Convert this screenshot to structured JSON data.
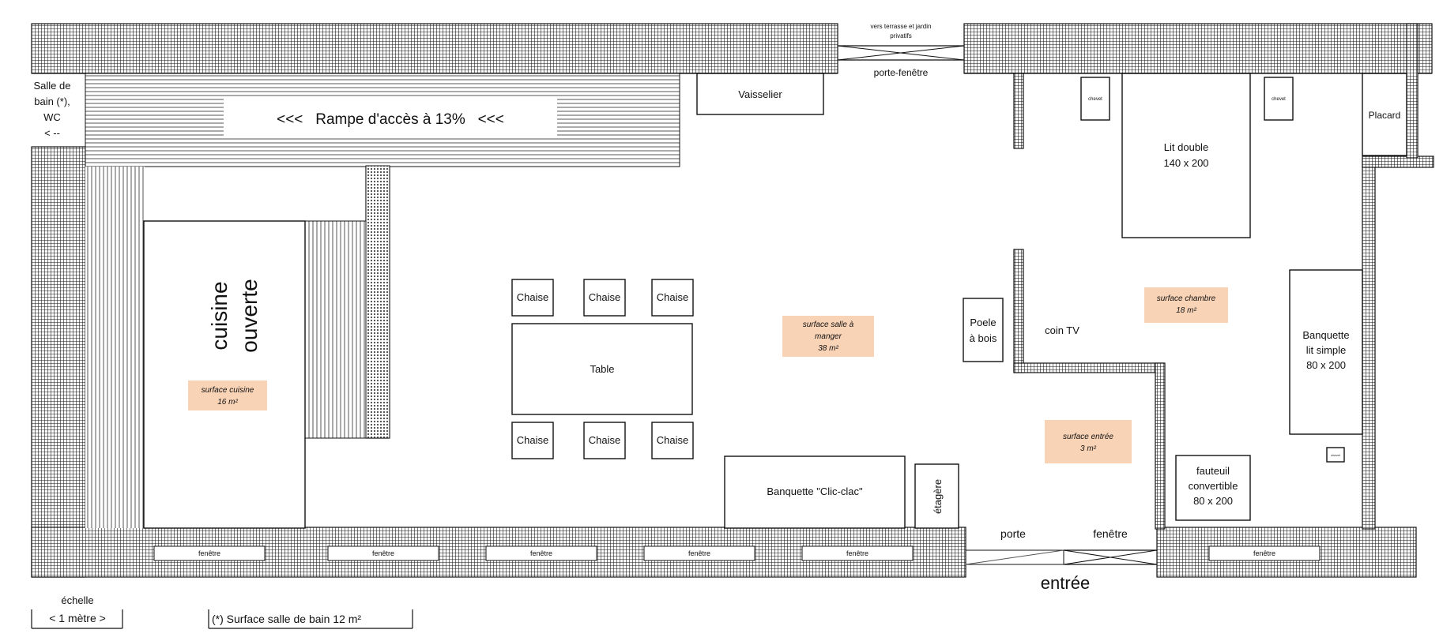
{
  "labels": {
    "salle_de_bain": [
      "Salle de",
      "bain (*),",
      "WC",
      "< --"
    ],
    "rampe": "<<<   Rampe d'accès à 13%   <<<",
    "vaisselier": "Vaisselier",
    "vers_terrasse": [
      "vers terrasse et jardin",
      "privatifs"
    ],
    "porte_fenetre": "porte-fenêtre",
    "chevet": "chevet",
    "lit_double": [
      "Lit double",
      "140 x 200"
    ],
    "placard": "Placard",
    "cuisine": [
      "cuisine",
      "ouverte"
    ],
    "chaise": "Chaise",
    "table": "Table",
    "poele": [
      "Poele",
      "à bois"
    ],
    "coin_tv": "coin TV",
    "banquette_lit": [
      "Banquette",
      "lit simple",
      "80 x 200"
    ],
    "banquette_clic": "Banquette \"Clic-clac\"",
    "etagere": "étagère",
    "fauteuil": [
      "fauteuil",
      "convertible",
      "80 x 200"
    ],
    "fenetre": "fenêtre",
    "porte": "porte",
    "entree": "entrée",
    "echelle": "échelle",
    "un_metre": "< 1 mètre >",
    "surface_sdb": "(*) Surface salle de bain 12 m²"
  },
  "surfaces": {
    "cuisine": [
      "surface cuisine",
      "16 m²"
    ],
    "salle_a_manger": [
      "surface salle à",
      "manger",
      "38 m²"
    ],
    "chambre": [
      "surface chambre",
      "18 m²"
    ],
    "entree": [
      "surface entrée",
      "3 m²"
    ]
  },
  "colors": {
    "surface_highlight": "#f9d3b6",
    "wall_hatch": "#111111"
  }
}
